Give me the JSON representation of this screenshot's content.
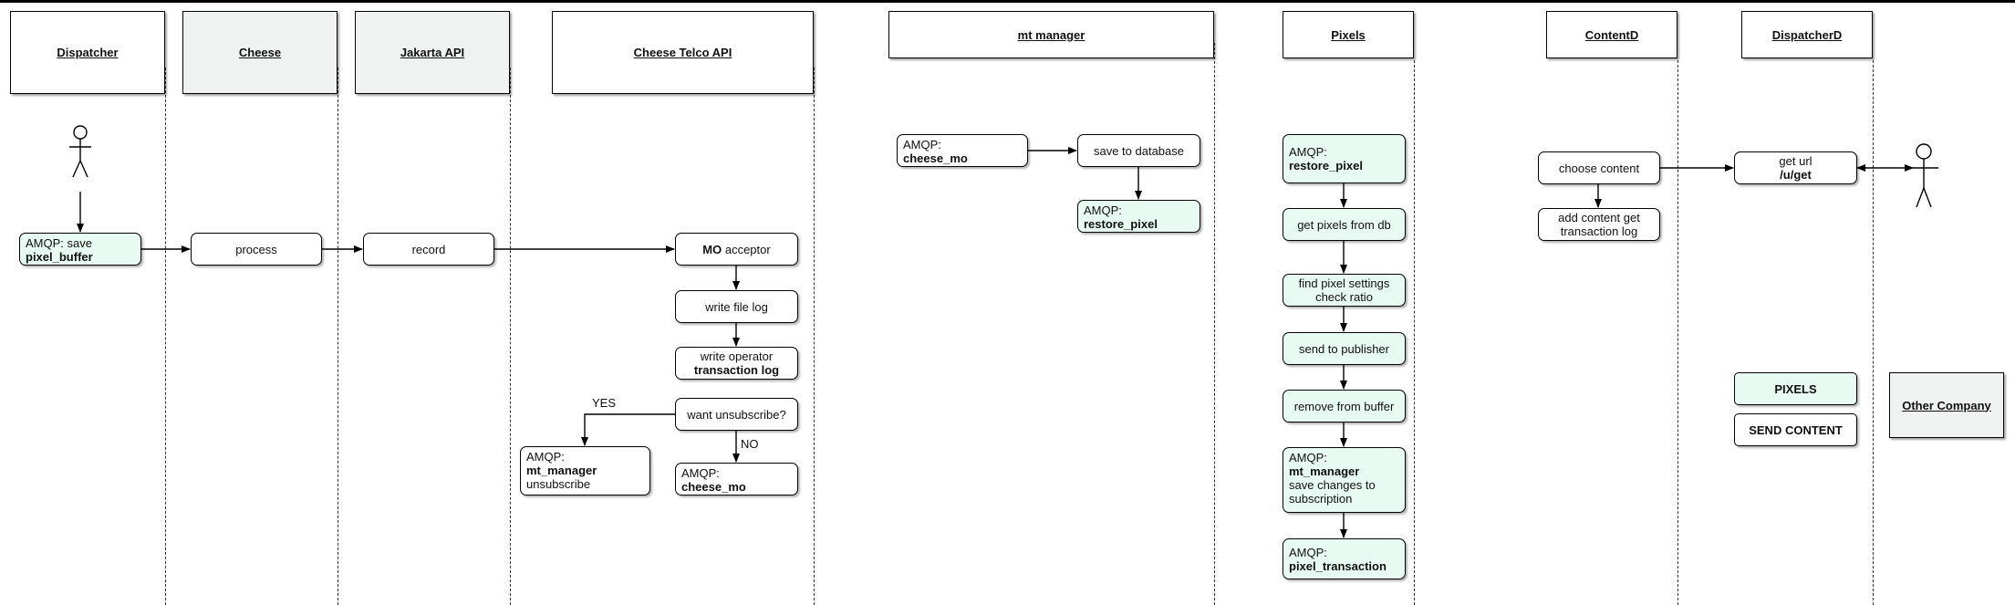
{
  "lanes": {
    "dispatcher": "Dispatcher",
    "cheese": "Cheese",
    "jakarta_api": "Jakarta API",
    "cheese_telco_api": "Cheese Telco API",
    "mt_manager": "mt manager",
    "pixels": "Pixels",
    "contentd": "ContentD",
    "dispatcherd": "DispatcherD",
    "other_company": "Other Company"
  },
  "dispatcher": {
    "save": {
      "prefix": "AMQP:",
      "word": "save",
      "bold": "pixel_buffer"
    }
  },
  "cheese": {
    "process": "process"
  },
  "jakarta": {
    "record": "record"
  },
  "telco": {
    "mo_bold": "MO",
    "mo_rest": "acceptor",
    "write_file_log": "write file log",
    "write_operator_line1": "write operator",
    "write_operator_bold": "transaction log",
    "want_unsubscribe": "want unsubscribe?",
    "yes": "YES",
    "no": "NO",
    "mt_unsub": {
      "prefix": "AMQP:",
      "bold": "mt_manager",
      "rest": "unsubscribe"
    },
    "cheese_mo": {
      "prefix": "AMQP:",
      "bold": "cheese_mo"
    }
  },
  "mt": {
    "cheese_mo": {
      "prefix": "AMQP:",
      "bold": "cheese_mo"
    },
    "save_db": "save to database",
    "restore_pixel": {
      "prefix": "AMQP:",
      "bold": "restore_pixel"
    }
  },
  "pixels": {
    "restore_pixel": {
      "prefix": "AMQP:",
      "bold": "restore_pixel"
    },
    "get_pixels": "get pixels from db",
    "find_settings_line1": "find pixel settings",
    "find_settings_line2": "check ratio",
    "send_publisher": "send to publisher",
    "remove_buffer": "remove from buffer",
    "mt_save": {
      "prefix": "AMQP:",
      "bold": "mt_manager",
      "rest_line1": "save changes to",
      "rest_line2": "subscription"
    },
    "pixel_tx": {
      "prefix": "AMQP:",
      "bold": "pixel_transaction"
    }
  },
  "contentd": {
    "choose": "choose content",
    "add_line1": "add content get",
    "add_line2": "transaction log"
  },
  "dispatcherd": {
    "get_url": "get url",
    "get_url_bold": "/u/get"
  },
  "legend": {
    "pixels": "PIXELS",
    "send_content": "SEND CONTENT",
    "pixels_color": "#e8fbf3",
    "send_content_color": "#ffffff"
  },
  "colors": {
    "amqp_box": "#e8fbf3",
    "external_lane": "#f0f2f2"
  }
}
